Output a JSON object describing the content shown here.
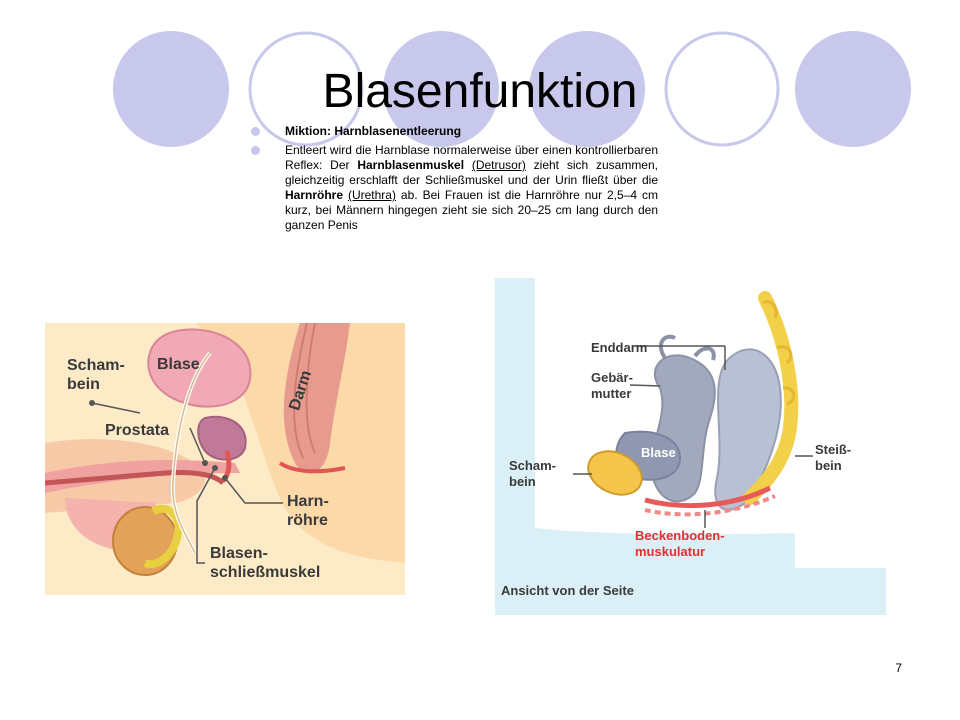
{
  "slide": {
    "title": "Blasenfunktion",
    "page_number": "7",
    "accent_color": "#c8c8ec",
    "bullets": [
      {
        "text": "Miktion: Harnblasenentleerung"
      },
      {
        "segments": [
          "Entleert wird die Harnblase normalerweise über einen kontrollierbaren Reflex: Der ",
          "Harnblasenmuskel",
          " ",
          "(Detrusor)",
          " zieht sich zusammen, gleichzeitig erschlafft der Schließmuskel und der Urin fließt über die ",
          "Harnröhre",
          " ",
          "(Urethra)",
          " ab. Bei Frauen ist die Harnröhre nur 2,5–4 cm kurz, bei Männern hingegen zieht sie sich 20–25 cm lang durch den ganzen Penis"
        ]
      }
    ]
  },
  "figure_left": {
    "labels": {
      "schambein_1": "Scham-",
      "schambein_2": "bein",
      "blase": "Blase",
      "prostata": "Prostata",
      "darm": "Darm",
      "harnroehre_1": "Harn-",
      "harnroehre_2": "röhre",
      "schliessmuskel_1": "Blasen-",
      "schliessmuskel_2": "schließmuskel"
    }
  },
  "figure_right": {
    "labels": {
      "enddarm": "Enddarm",
      "gebaermutter_1": "Gebär-",
      "gebaermutter_2": "mutter",
      "blase": "Blase",
      "schambein_1": "Scham-",
      "schambein_2": "bein",
      "steissbein_1": "Steiß-",
      "steissbein_2": "bein",
      "beckenboden_1": "Beckenboden-",
      "beckenboden_2": "muskulatur",
      "caption": "Ansicht von der Seite"
    }
  }
}
